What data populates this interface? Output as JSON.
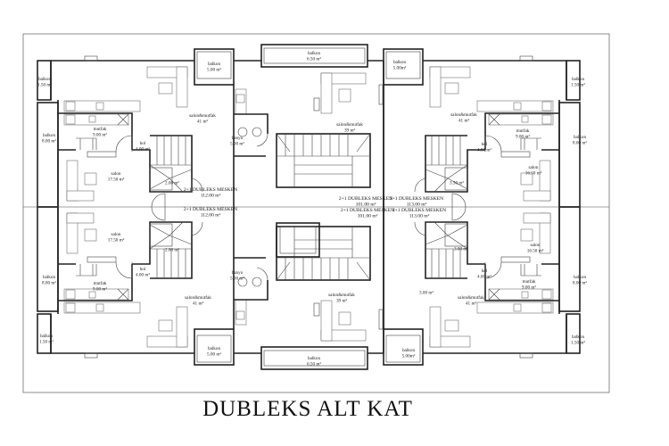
{
  "title": "DUBLEKS ALT KAT",
  "rooms": [
    {
      "name": "balkon",
      "area": "1.50 m²"
    },
    {
      "name": "balkon",
      "area": "5.00 m²"
    },
    {
      "name": "salon&mutfak",
      "area": "41 m²"
    },
    {
      "name": "mutfak",
      "area": "9.00 m²"
    },
    {
      "name": "balkon",
      "area": "8.00 m²"
    },
    {
      "name": "hol",
      "area": "4.00 m²"
    },
    {
      "name": "salon",
      "area": "17.50 m²"
    },
    {
      "name": "",
      "area": "2.00 m²"
    },
    {
      "name": "balkon",
      "area": "6.50 m²"
    },
    {
      "name": "banyo",
      "area": "5.00 m²"
    },
    {
      "name": "salon&mutfak",
      "area": "39 m²"
    },
    {
      "name": "balkon",
      "area": "5.00m²"
    },
    {
      "name": "balkon",
      "area": "1.50 m²"
    },
    {
      "name": "salon&mutfak",
      "area": "41 m²"
    },
    {
      "name": "mutfak",
      "area": "9.00 m²"
    },
    {
      "name": "balkon",
      "area": "8.00 m²"
    },
    {
      "name": "hol",
      "area": "4.00 m²"
    },
    {
      "name": "salon",
      "area": "16.50 m²"
    },
    {
      "name": "",
      "area": "3.50 m²"
    },
    {
      "name": "salon",
      "area": "17.50 m²"
    },
    {
      "name": "",
      "area": "2.00 m²"
    },
    {
      "name": "hol",
      "area": "4.00 m²"
    },
    {
      "name": "mutfak",
      "area": "9.00 m²"
    },
    {
      "name": "balkon",
      "area": "8.00 m²"
    },
    {
      "name": "salon&mutfak",
      "area": "41 m²"
    },
    {
      "name": "balkon",
      "area": "1.50 m²"
    },
    {
      "name": "balkon",
      "area": "5.00 m²"
    },
    {
      "name": "banyo",
      "area": "5.00 m²"
    },
    {
      "name": "salon&mutfak",
      "area": "39 m²"
    },
    {
      "name": "balkon",
      "area": "6.50 m²"
    },
    {
      "name": "salon",
      "area": "16.50 m²"
    },
    {
      "name": "",
      "area": "3.00 m²"
    },
    {
      "name": "hol",
      "area": "4.00 m²"
    },
    {
      "name": "mutfak",
      "area": "9.00 m²"
    },
    {
      "name": "balkon",
      "area": "8.00 m²"
    },
    {
      "name": "",
      "area": "3.00 m²"
    },
    {
      "name": "salon&mutfak",
      "area": "41 m²"
    },
    {
      "name": "balkon",
      "area": "1.50 m²"
    },
    {
      "name": "balkon",
      "area": "5.00m²"
    }
  ],
  "units": [
    {
      "name": "2+1 DUBLEKS MESKEN",
      "area": "112.00 m²"
    },
    {
      "name": "2+1 DUBLEKS MESKEN",
      "area": "112.00 m²"
    },
    {
      "name": "2+1 DUBLEKS MESKEN",
      "area": "101.00 m²"
    },
    {
      "name": "2+1 DUBLEKS MESKEN",
      "area": "101.00 m²"
    },
    {
      "name": "2+1 DUBLEKS MESKEN",
      "area": "113.00 m²"
    },
    {
      "name": "2+1 DUBLEKS MESKEN",
      "area": "113.00 m²"
    }
  ]
}
